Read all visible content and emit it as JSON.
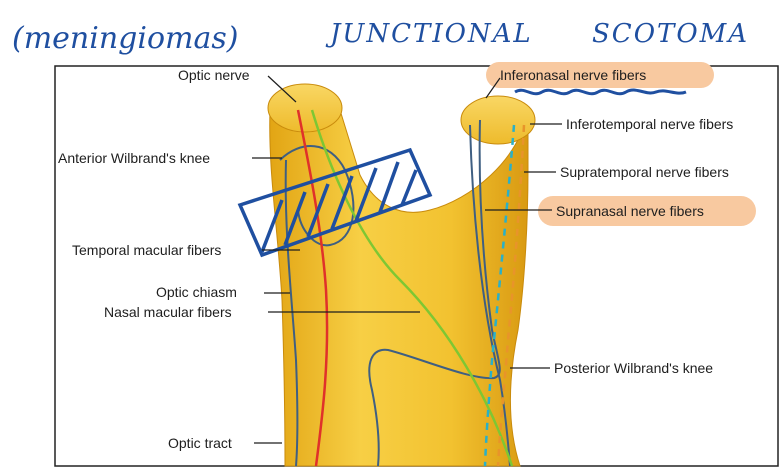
{
  "handwriting": {
    "note": "(meningiomas)",
    "title_left": "JUNCTIONAL",
    "title_right": "SCOTOMA"
  },
  "labels": {
    "optic_nerve": "Optic nerve",
    "anterior_knee": "Anterior Wilbrand's knee",
    "temporal_macular": "Temporal macular fibers",
    "optic_chiasm": "Optic chiasm",
    "nasal_macular": "Nasal macular fibers",
    "optic_tract": "Optic tract",
    "inferonasal": "Inferonasal nerve fibers",
    "inferotemporal": "Inferotemporal nerve fibers",
    "supratemporal": "Supratemporal nerve fibers",
    "supranasal": "Supranasal nerve fibers",
    "posterior_knee": "Posterior Wilbrand's knee"
  },
  "colors": {
    "structure": "#f2c230",
    "structure_dark": "#d99a12",
    "outline": "#3f5f82",
    "temporal_fiber": "#e0312a",
    "nasal_fiber": "#7ec733",
    "inferotemporal_fiber": "#e8942a",
    "inferonasal_fiber": "#2ab0c8",
    "highlight": "#f8c9a0",
    "ink": "#1f4fa0"
  }
}
